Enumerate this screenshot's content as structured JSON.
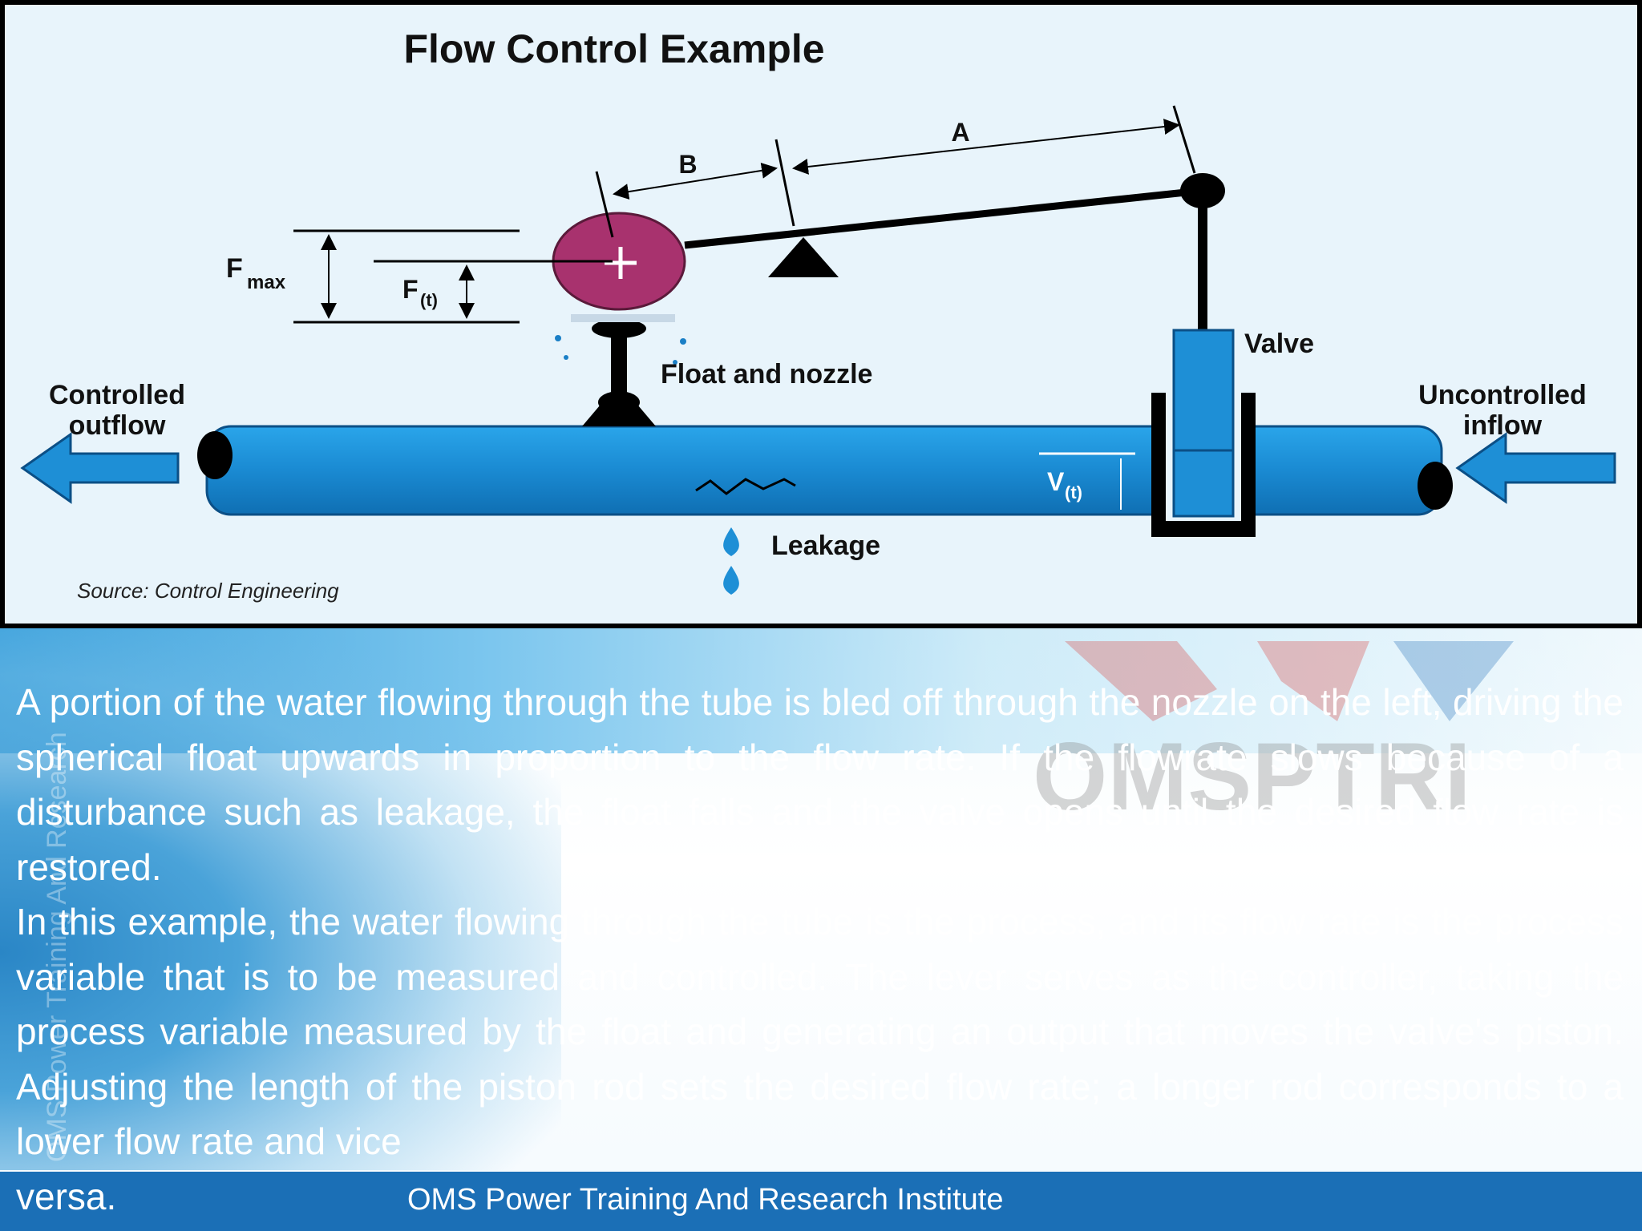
{
  "diagram": {
    "title": "Flow Control Example",
    "labels": {
      "a": "A",
      "b": "B",
      "fmax": "F",
      "fmax_sub": "max",
      "ft": "F",
      "ft_sub": "(t)",
      "vt": "V",
      "vt_sub": "(t)",
      "float_nozzle": "Float and nozzle",
      "valve": "Valve",
      "controlled_outflow_1": "Controlled",
      "controlled_outflow_2": "outflow",
      "uncontrolled_inflow_1": "Uncontrolled",
      "uncontrolled_inflow_2": "inflow",
      "leakage": "Leakage",
      "source": "Source: Control Engineering"
    }
  },
  "text": {
    "paragraph1": " A portion of the water flowing through the tube is bled off through the nozzle on the left, driving the spherical float upwards in proportion to the flow rate. If the flowrate slows because of a disturbance such as leakage, the float falls and the valve opens until the desired flow rate is restored.",
    "paragraph2": "In this example, the water flowing through the tube is the process, and its flow rate is the process variable that is to be measured and controlled. The lever serves as the controller, taking the process variable measured by the float and generating an output that moves the valve's piston. Adjusting the length of the piston rod sets the desired flow rate; a longer rod corresponds to a lower flow rate and vice",
    "last_word": "versa."
  },
  "branding": {
    "logo_text": "OMSPTRI",
    "vertical_watermark": "OMS Power Training And Research",
    "footer": "OMS Power Training And Research Institute"
  },
  "colors": {
    "pipe": "#1e8fd6",
    "float": "#a8326e",
    "footer": "#1b6fb6"
  }
}
